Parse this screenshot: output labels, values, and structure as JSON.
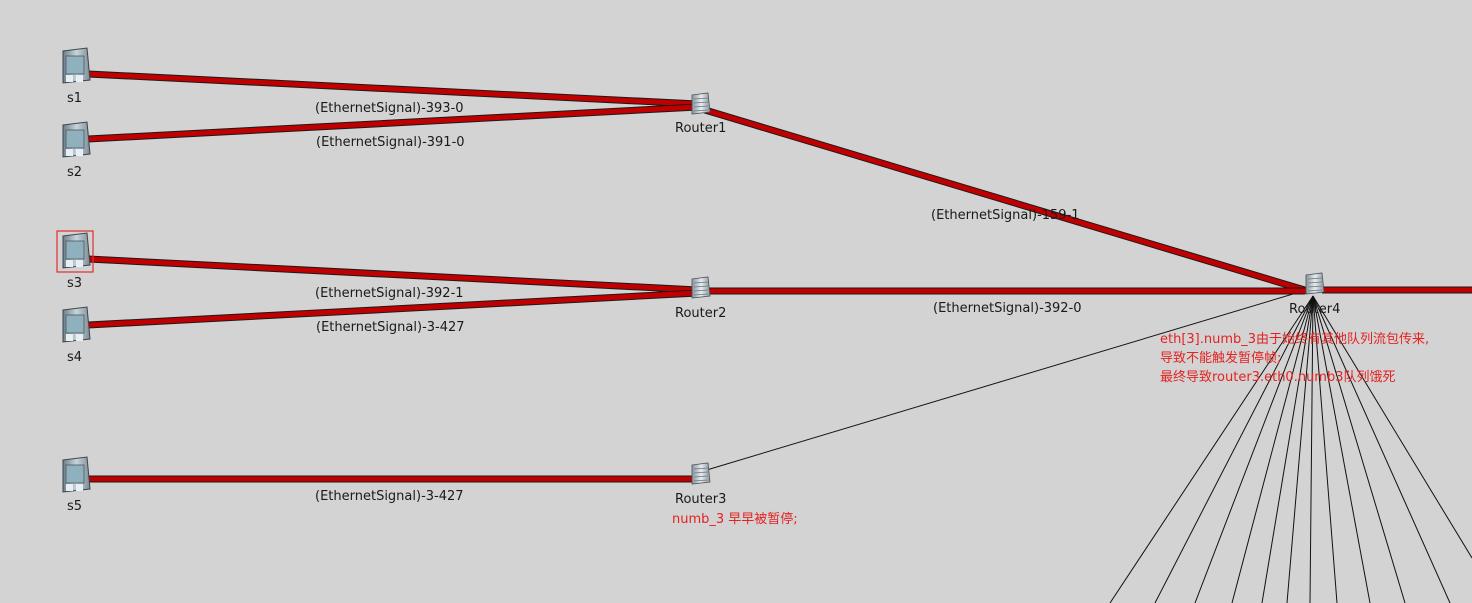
{
  "hosts": [
    {
      "id": "s1",
      "label": "s1"
    },
    {
      "id": "s2",
      "label": "s2"
    },
    {
      "id": "s3",
      "label": "s3",
      "selected": true
    },
    {
      "id": "s4",
      "label": "s4"
    },
    {
      "id": "s5",
      "label": "s5"
    }
  ],
  "routers": [
    {
      "id": "router1",
      "label": "Router1"
    },
    {
      "id": "router2",
      "label": "Router2"
    },
    {
      "id": "router3",
      "label": "Router3"
    },
    {
      "id": "router4",
      "label": "Router4"
    }
  ],
  "links": [
    {
      "id": "s1-router1",
      "from": "s1",
      "to": "router1",
      "active": true
    },
    {
      "id": "s2-router1",
      "from": "s2",
      "to": "router1",
      "active": true
    },
    {
      "id": "s3-router2",
      "from": "s3",
      "to": "router2",
      "active": true
    },
    {
      "id": "s4-router2",
      "from": "s4",
      "to": "router2",
      "active": true
    },
    {
      "id": "s5-router3",
      "from": "s5",
      "to": "router3",
      "active": true
    },
    {
      "id": "router1-router4",
      "from": "router1",
      "to": "router4",
      "active": true
    },
    {
      "id": "router2-router4",
      "from": "router2",
      "to": "router4",
      "active": true
    },
    {
      "id": "router3-router4",
      "from": "router3",
      "to": "router4",
      "active": false
    },
    {
      "id": "router4-offscreen-right",
      "from": "router4",
      "to": "offscreen-right",
      "active": true
    }
  ],
  "signal_labels": {
    "s1_router1": "(EthernetSignal)-393-0",
    "s2_router1": "(EthernetSignal)-391-0",
    "router1_router4": "(EthernetSignal)-159-1",
    "s3_router2": "(EthernetSignal)-392-1",
    "s4_router2": "(EthernetSignal)-3-427",
    "router2_router4": "(EthernetSignal)-392-0",
    "s5_router3": "(EthernetSignal)-3-427"
  },
  "notes": {
    "router3": "numb_3 早早被暂停;",
    "router4_line1": "eth[3].numb_3由于始终有其他队列流包传来,",
    "router4_line2": "导致不能触发暂停帧;",
    "router4_line3": "最终导致router3.eth0.numb3队列饿死"
  },
  "colors": {
    "background": "#d3d3d3",
    "active_link": "#c00000",
    "link_outline": "#1a1a1a",
    "note_text": "#e52222",
    "selection": "#e03030"
  },
  "router4_fanout_links": 12
}
